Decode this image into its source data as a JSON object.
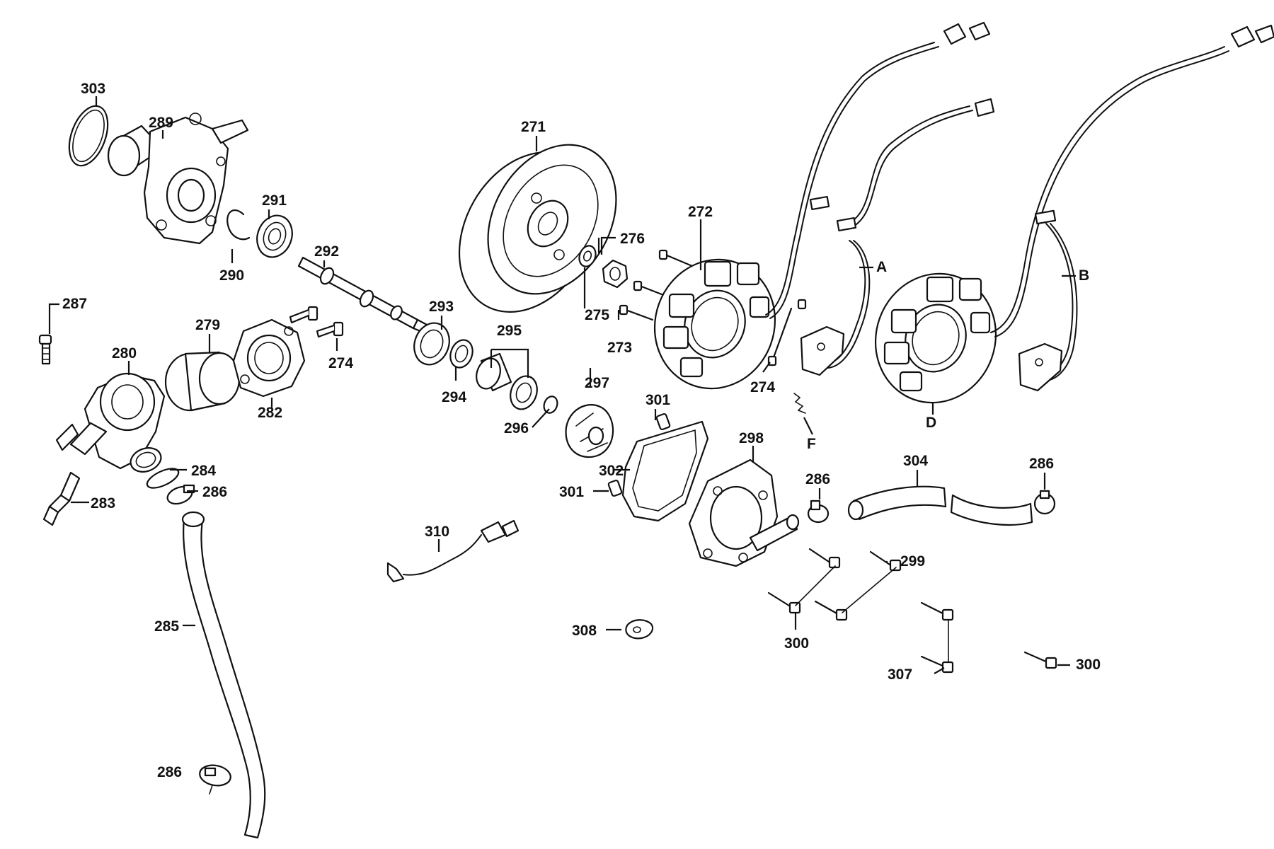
{
  "labels": {
    "p303": "303",
    "p289": "289",
    "p291": "291",
    "p290": "290",
    "p292": "292",
    "p287": "287",
    "p280": "280",
    "p279": "279",
    "p282": "282",
    "p274a": "274",
    "p274b": "274",
    "p293": "293",
    "p294": "294",
    "p295": "295",
    "p296": "296",
    "p283": "283",
    "p284": "284",
    "p286a": "286",
    "p286b": "286",
    "p286c": "286",
    "p286d": "286",
    "p285": "285",
    "p271": "271",
    "p276": "276",
    "p275": "275",
    "p273": "273",
    "p272": "272",
    "p297": "297",
    "p301a": "301",
    "p301b": "301",
    "p302": "302",
    "p298": "298",
    "p304": "304",
    "p299": "299",
    "p300a": "300",
    "p300b": "300",
    "p307": "307",
    "p308": "308",
    "p310": "310",
    "wireA": "A",
    "wireB": "B",
    "markD": "D",
    "markF": "F"
  }
}
